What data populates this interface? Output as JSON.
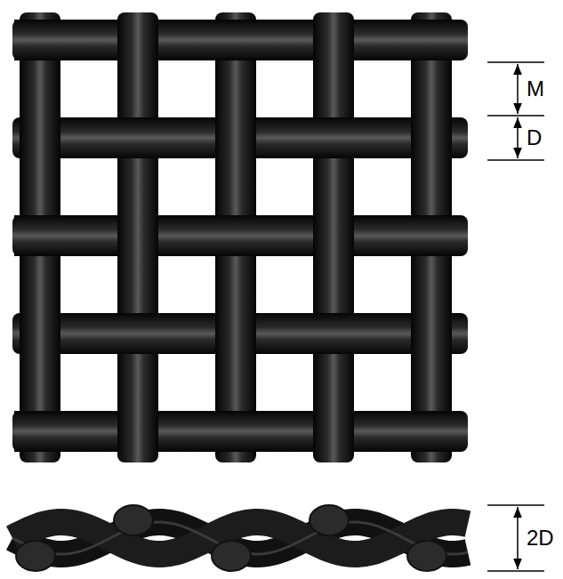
{
  "diagram": {
    "labels": [
      "M",
      "D",
      "2D"
    ]
  }
}
